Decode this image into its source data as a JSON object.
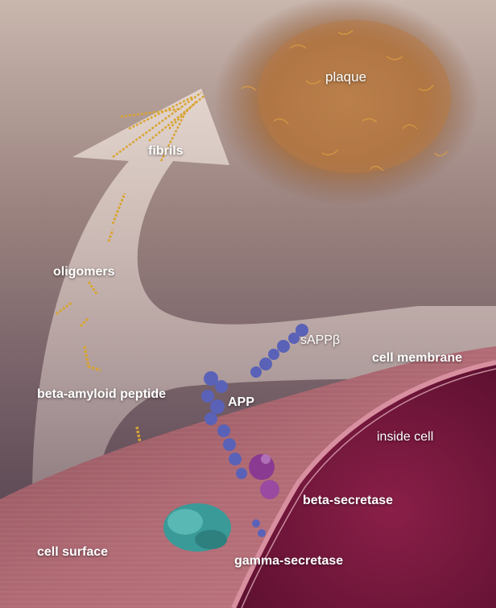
{
  "labels": {
    "plaque": "plaque",
    "fibrils": "fibrils",
    "oligomers": "oligomers",
    "sappb": "sAPPβ",
    "cell_membrane": "cell membrane",
    "beta_amyloid": "beta-amyloid peptide",
    "app": "APP",
    "inside_cell": "inside cell",
    "beta_secretase": "beta-secretase",
    "cell_surface": "cell surface",
    "gamma_secretase": "gamma-secretase"
  },
  "colors": {
    "background_top": "#b8a39c",
    "background_bottom": "#4a3a44",
    "plaque": "#b07848",
    "peptide": "#d9a531",
    "protein": "#5a62b8",
    "membrane": "#b86878",
    "inside_cell": "#7a1a40",
    "gamma_secretase": "#3a9a98",
    "beta_secretase": "#8a3a90"
  }
}
